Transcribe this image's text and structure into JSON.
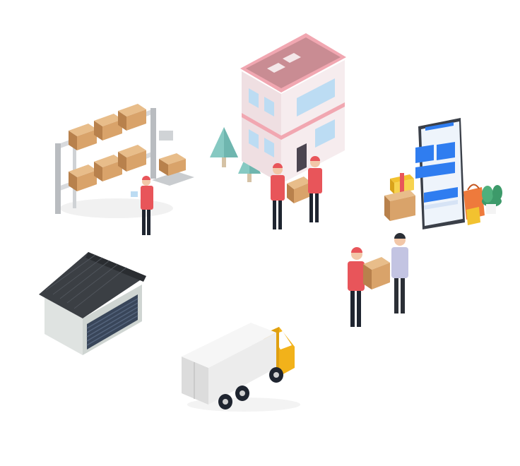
{
  "colors": {
    "box": "#d9a36a",
    "box_dark": "#b8814c",
    "box_light": "#e8bd8a",
    "worker_red": "#e8555a",
    "worker_dark": "#1f2530",
    "building_wall": "#f4e7e9",
    "building_roof": "#f1a7b1",
    "window_blue": "#bcdcf3",
    "tree": "#86c9c2",
    "shelf_gray": "#c9cccf",
    "garage_wall": "#dfe3e1",
    "garage_roof": "#3b3f44",
    "garage_door": "#39465a",
    "truck_body": "#ececec",
    "truck_cab": "#f2b21a",
    "phone_blue": "#2f7df0",
    "customer_shirt": "#c3c4e2"
  },
  "icons": {
    "warehouse": "warehouse-shelves-illustration",
    "building": "office-building-illustration",
    "phone": "mobile-shop-illustration",
    "garage": "garage-illustration",
    "truck": "delivery-truck-illustration",
    "handover": "package-handover-illustration"
  }
}
